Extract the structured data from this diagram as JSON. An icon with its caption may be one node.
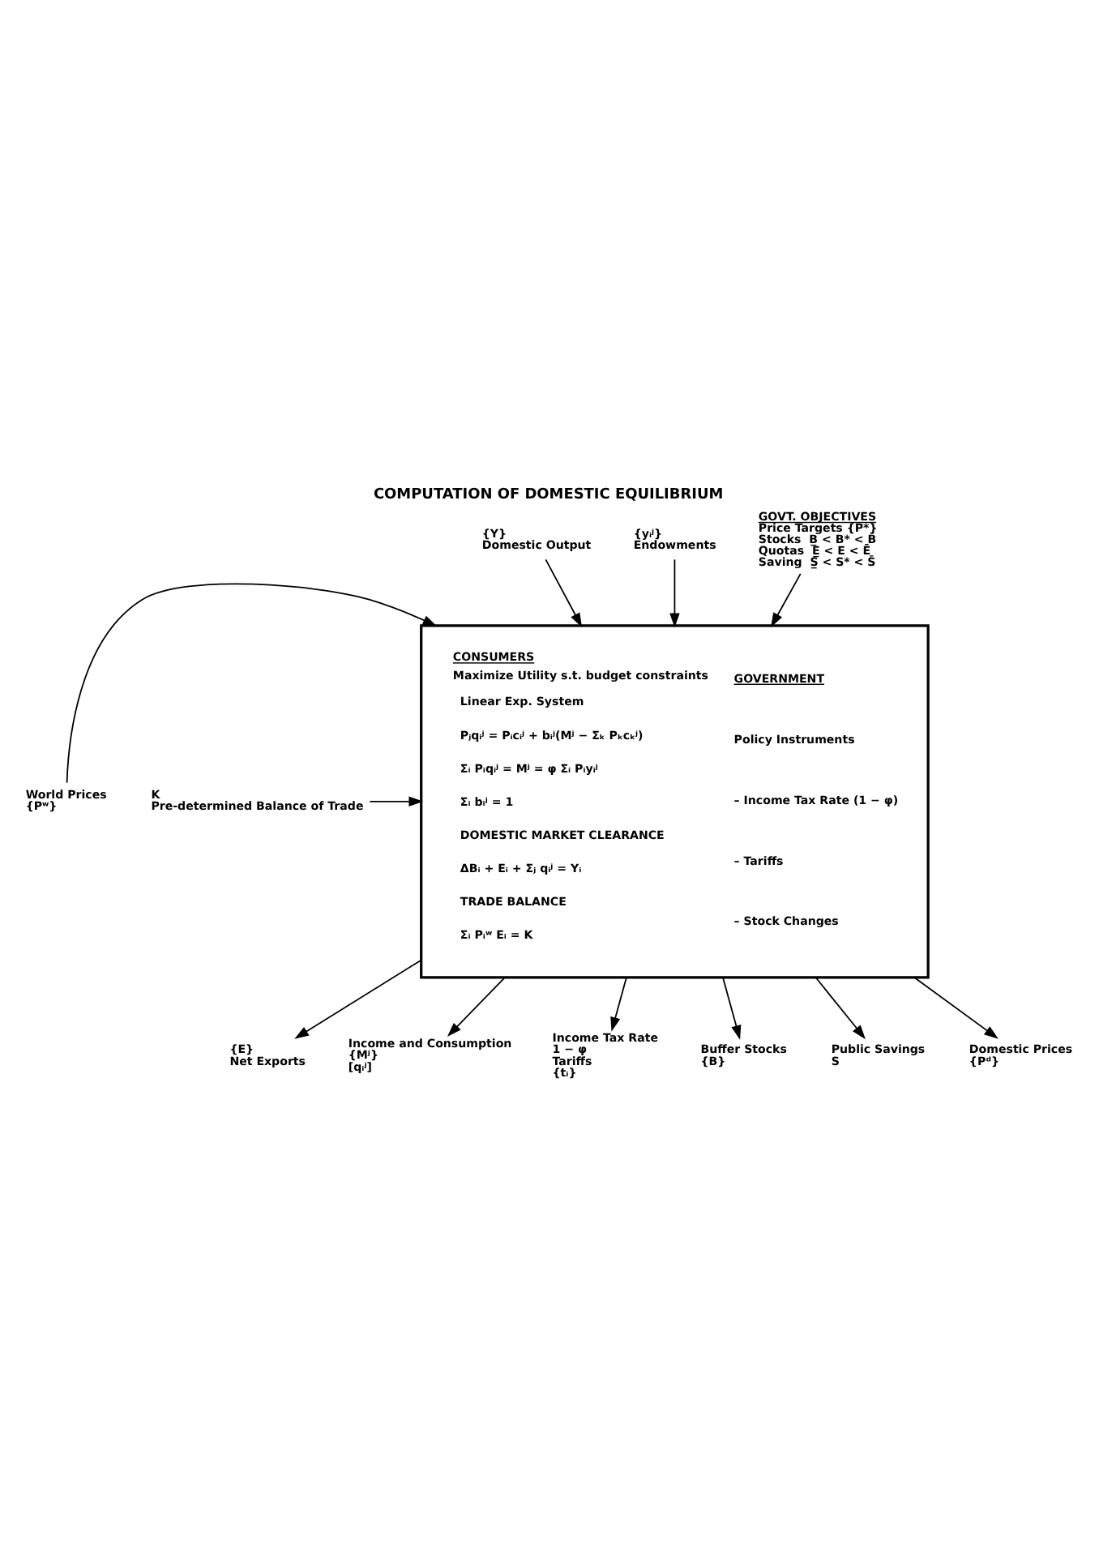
{
  "diagram": {
    "title": "COMPUTATION OF DOMESTIC EQUILIBRIUM",
    "nodes": [
      {
        "text": [
          "{Y}",
          "Domestic Output"
        ]
      },
      {
        "text": [
          "{yᵢʲ}",
          "Endowments"
        ]
      },
      {
        "text": [
          "GOVT. OBJECTIVES",
          "Price Targets {P*}",
          "Stocks  B̲ < B* < B̄",
          "Quotas  E̲ < E < Ē",
          "Saving  S̲ < S* < S̄"
        ]
      },
      {
        "text": [
          "World Prices",
          "{Pʷ}"
        ]
      },
      {
        "text": [
          "K",
          "Pre-determined Balance of Trade"
        ]
      },
      {
        "text": [
          "CONSUMERS",
          "Maximize Utility s.t. budget constraints",
          "Linear Exp. System",
          "Pⱼqᵢʲ = Pᵢcᵢʲ + bᵢʲ(Mʲ − Σₖ Pₖcₖʲ)",
          "Σᵢ Pᵢqᵢʲ = Mʲ = φ Σᵢ Pᵢyᵢʲ",
          "Σᵢ bᵢʲ = 1",
          "DOMESTIC MARKET CLEARANCE",
          "ΔBᵢ + Eᵢ + Σⱼ qᵢʲ = Yᵢ",
          "TRADE BALANCE",
          "Σᵢ Pᵢʷ Eᵢ = K",
          "GOVERNMENT",
          "Policy Instruments",
          "– Income Tax Rate (1 − φ)",
          "– Tariffs",
          "– Stock Changes"
        ]
      },
      {
        "text": [
          "{E}",
          "Net Exports"
        ]
      },
      {
        "text": [
          "Income and Consumption",
          "{Mʲ}",
          "[qᵢʲ]"
        ]
      },
      {
        "text": [
          "Income Tax Rate",
          "1 − φ",
          "Tariffs",
          "{tᵢ}"
        ]
      },
      {
        "text": [
          "Buffer Stocks",
          "{B}"
        ]
      },
      {
        "text": [
          "Public Savings",
          "S"
        ]
      },
      {
        "text": [
          "Domestic Prices",
          "{Pᵈ}"
        ]
      }
    ],
    "edges": [
      {
        "from": 0,
        "to": 5,
        "arrow": "to"
      },
      {
        "from": 1,
        "to": 5,
        "arrow": "to"
      },
      {
        "from": 2,
        "to": 5,
        "arrow": "to"
      },
      {
        "from": 3,
        "to": 5,
        "arrow": "to"
      },
      {
        "from": 4,
        "to": 5,
        "arrow": "to"
      },
      {
        "from": 5,
        "to": 6,
        "arrow": "to"
      },
      {
        "from": 5,
        "to": 7,
        "arrow": "to"
      },
      {
        "from": 5,
        "to": 8,
        "arrow": "to"
      },
      {
        "from": 5,
        "to": 9,
        "arrow": "to"
      },
      {
        "from": 5,
        "to": 10,
        "arrow": "to"
      },
      {
        "from": 5,
        "to": 11,
        "arrow": "to"
      }
    ]
  }
}
